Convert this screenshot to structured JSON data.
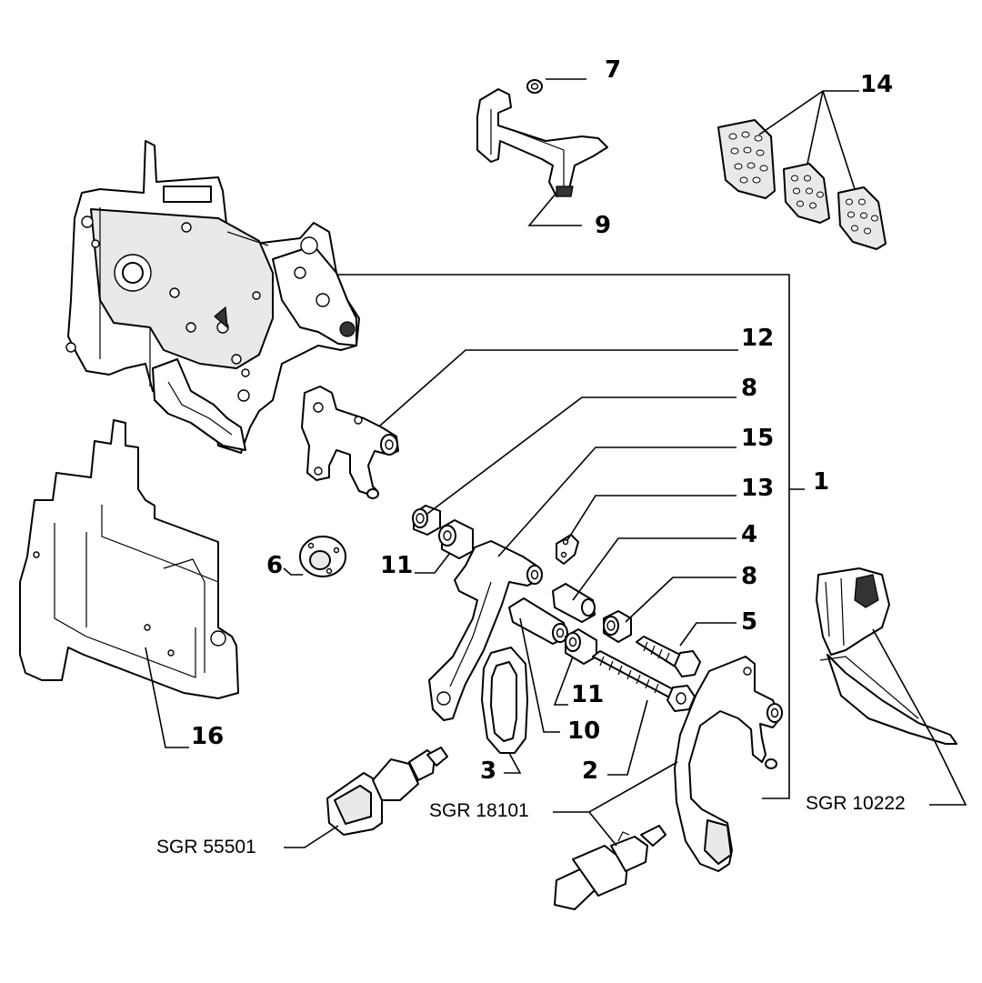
{
  "callouts": {
    "c1": "1",
    "c2": "2",
    "c3": "3",
    "c4": "4",
    "c5": "5",
    "c6": "6",
    "c7": "7",
    "c8a": "8",
    "c8b": "8",
    "c9": "9",
    "c10": "10",
    "c11a": "11",
    "c11b": "11",
    "c12": "12",
    "c13": "13",
    "c14": "14",
    "c15": "15",
    "c16": "16"
  },
  "refs": {
    "sgr18101": "SGR 18101",
    "sgr10222": "SGR 10222",
    "sgr55501": "SGR 55501"
  },
  "colors": {
    "line": "#000000",
    "background": "#ffffff",
    "part_fill": "#e9e9e9"
  }
}
